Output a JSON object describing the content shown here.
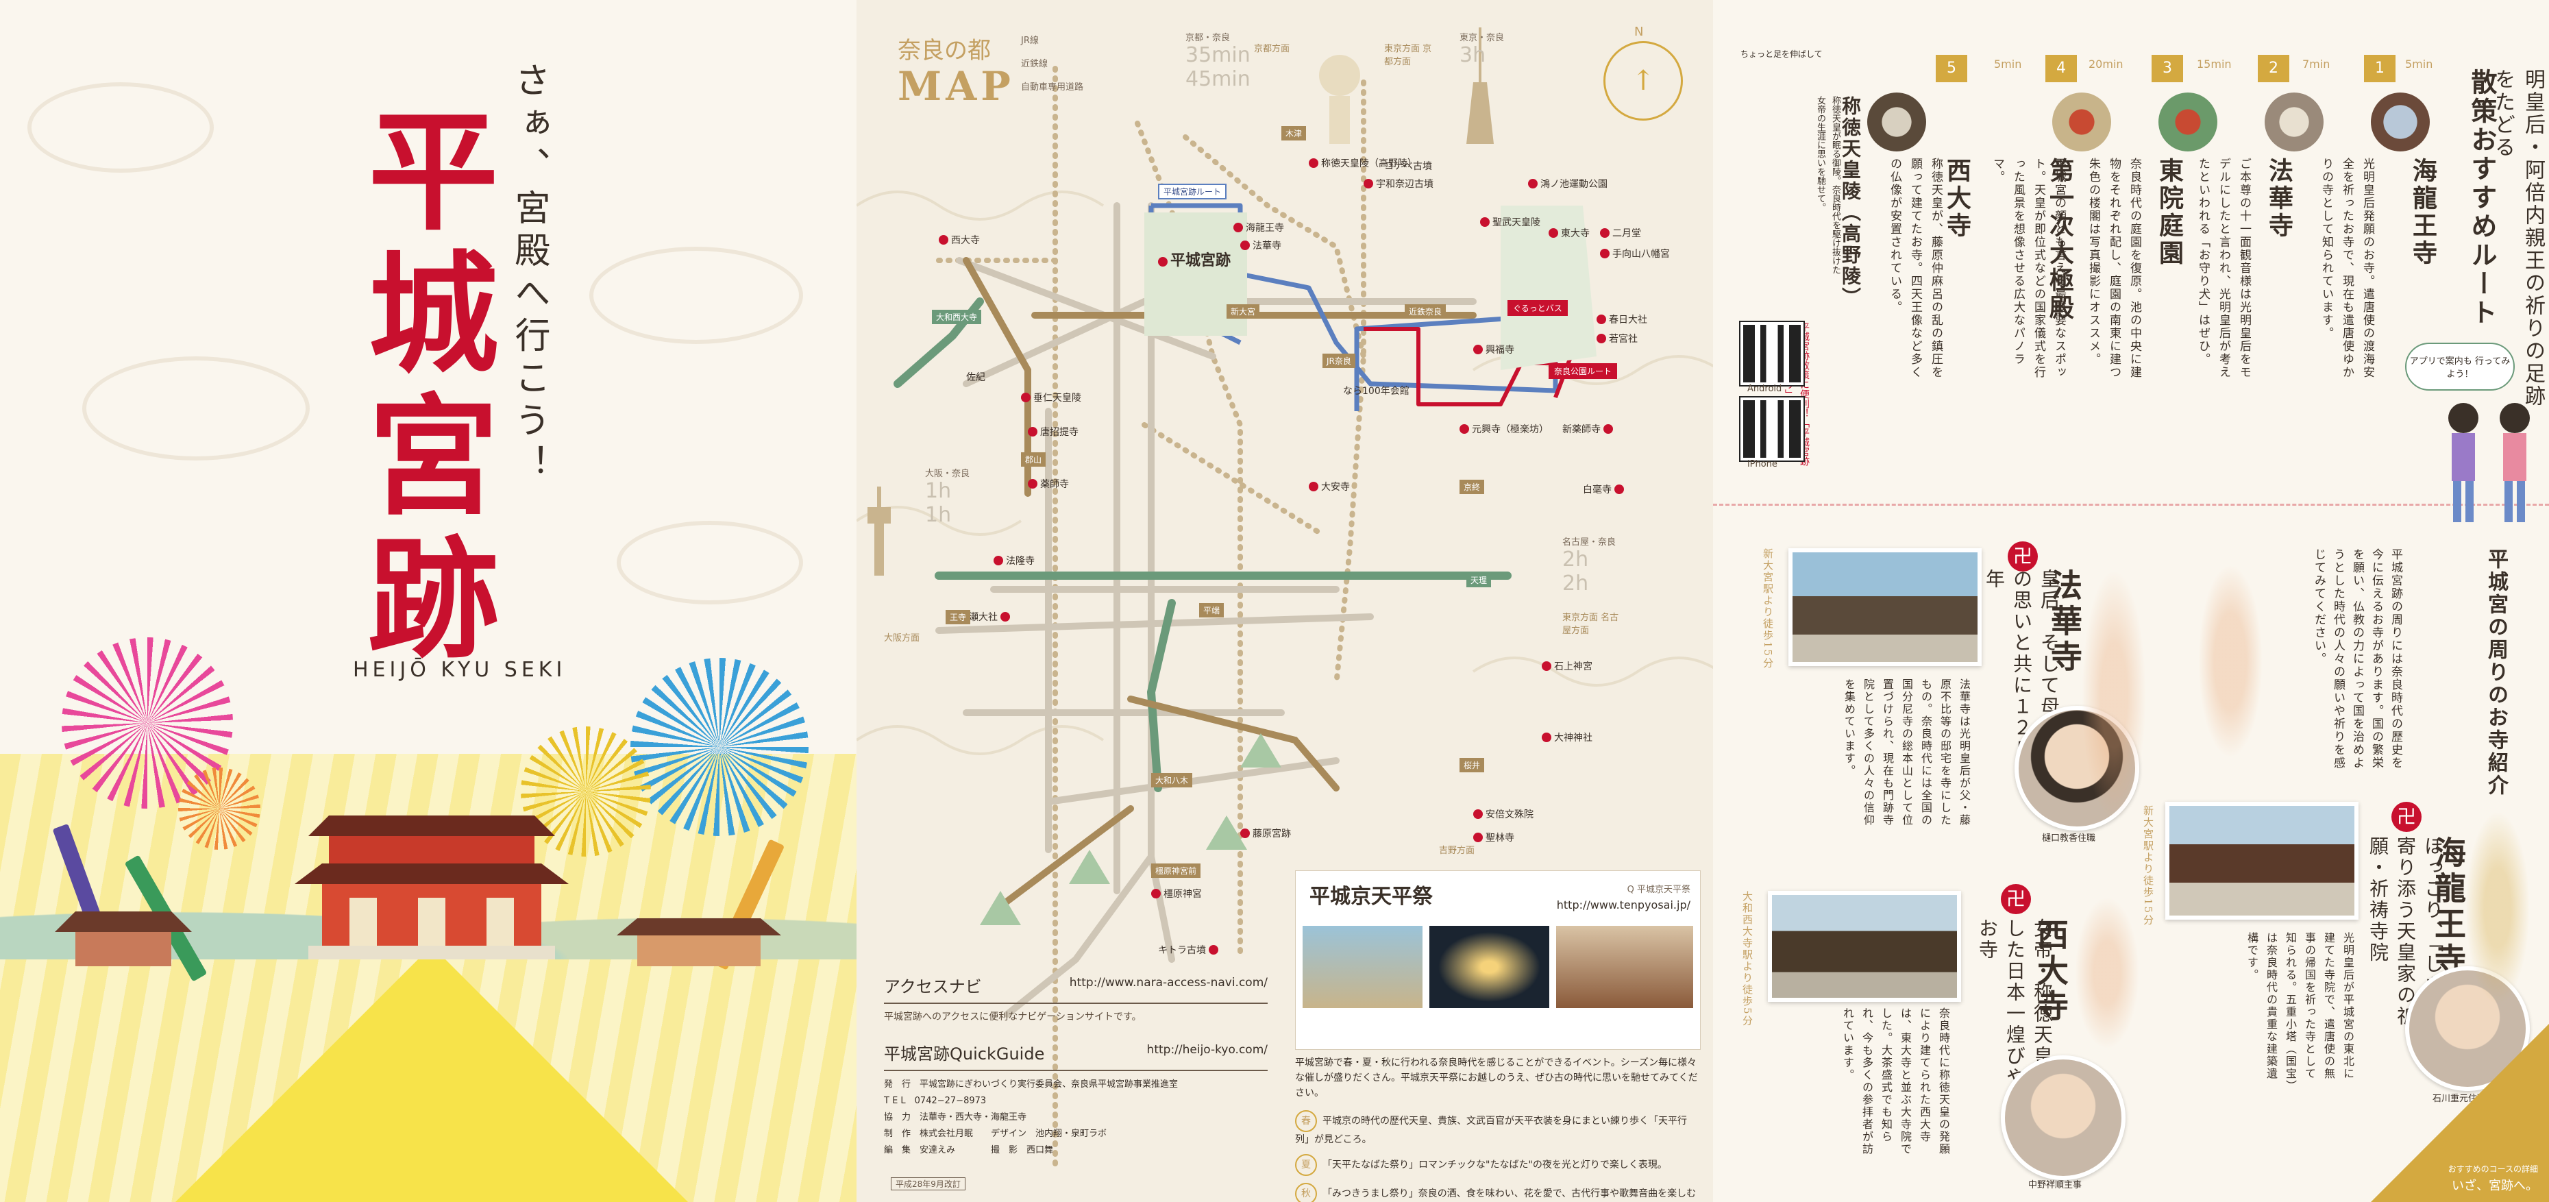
{
  "cover": {
    "tagline": "さぁ、宮殿へ行こう！",
    "title": "平城宮跡",
    "romaji": "HEIJŌ KYU SEKI"
  },
  "map": {
    "heading_small": "奈良の都",
    "heading_big": "MAP",
    "legend": {
      "jr": "JR線",
      "kintetsu": "近鉄線",
      "expressway": "自動車専用道路"
    },
    "time_kyoto": {
      "label": "京都・奈良",
      "a": "35min",
      "b": "45min"
    },
    "time_tokyo": {
      "label": "東京・奈良",
      "a": "3h"
    },
    "time_osaka": {
      "label": "大阪・奈良",
      "a": "1h",
      "b": "1h"
    },
    "time_nagoya": {
      "label": "名古屋・奈良",
      "a": "2h",
      "b": "2h"
    },
    "direction_labels": {
      "kyoto_top": "京都方面",
      "tokyo_kyoto": "東京方面 京都方面",
      "osaka": "大阪方面",
      "tokyo_nagoya": "東京方面 名古屋方面",
      "yoshino": "吉野方面"
    },
    "north": "N",
    "routes": {
      "heijo": "平城宮跡ルート",
      "gurutto": "ぐるっとバス",
      "nara_park": "奈良公園ルート"
    },
    "places": {
      "shotoku": "称徳天皇陵（高野陵）",
      "konabe": "コナベ古墳",
      "uwanabe": "宇和奈辺古墳",
      "saidaiji": "西大寺",
      "heijo": "平城宮跡",
      "kairyuoji": "海龍王寺",
      "hokkeji": "法華寺",
      "todaiji": "東大寺",
      "shosoin": "聖武天皇陵",
      "nigatsudo": "二月堂",
      "tamukeyama": "手向山八幡宮",
      "kasuga": "春日大社",
      "wakamiya": "若宮社",
      "kofukuji": "興福寺",
      "gangoji": "元興寺（極楽坊）",
      "shinyakushiji": "新薬師寺",
      "naramachi": "なら100年会館",
      "pond": "鴻ノ池運動公園",
      "saki": "佐紀",
      "suinin": "垂仁天皇陵",
      "toshodaiji": "唐招提寺",
      "yakushiji": "薬師寺",
      "daianji": "大安寺",
      "hokiji": "法隆寺",
      "koryo": "廣瀬大社",
      "byakugoji": "白毫寺",
      "isonokami": "石上神宮",
      "omiwa": "大神神社",
      "abe": "安倍文殊院",
      "shoriniji": "聖林寺",
      "fujiwara": "藤原宮跡",
      "kashihara": "橿原神宮",
      "kitora": "キトラ古墳"
    },
    "stations": {
      "kizugawa": "木津",
      "shin_omiya": "新大宮",
      "kintetsu_nara": "近鉄奈良",
      "jr_nara": "JR奈良",
      "yamato_saidaiji": "大和西大寺",
      "oji": "王寺",
      "hosei": "平端",
      "tenri": "天理",
      "sakurai": "桜井",
      "yagi": "大和八木",
      "kashiharajingu": "橿原神宮前",
      "koriyama": "郡山",
      "kyobate": "京終"
    },
    "festival": {
      "title": "平城京天平祭",
      "url_label": "Q 平城京天平祭",
      "url": "http://www.tenpyosai.jp/",
      "intro": "平城宮跡で春・夏・秋に行われる奈良時代を感じることができるイベント。シーズン毎に様々な催しが盛りだくさん。平城京天平祭にお越しのうえ、ぜひ古の時代に思いを馳せてみてください。",
      "spring": "春",
      "spring_text": "平城京の時代の歴代天皇、貴族、文武百官が天平衣装を身にまとい練り歩く「天平行列」が見どころ。",
      "summer": "夏",
      "summer_text": "「天平たなばた祭り」ロマンチックな\"たなばた\"の夜を光と灯りで楽しく表現。",
      "autumn": "秋",
      "autumn_text": "「みつきうまし祭り」奈良の酒、食を味わい、花を愛で、古代行事や歌舞音曲を楽しむ秋祭り。"
    },
    "access": {
      "title": "アクセスナビ",
      "url": "http://www.nara-access-navi.com/",
      "text": "平城宮跡へのアクセスに便利なナビゲーションサイトです。"
    },
    "quickguide": {
      "title": "平城宮跡QuickGuide",
      "url": "http://heijo-kyo.com/",
      "rows": [
        "発　行　平城宮跡にぎわいづくり実行委員会、奈良県平城宮跡事業推進室",
        "T E L　0742−27−8973",
        "協　力　法華寺・西大寺・海龍王寺",
        "制　作　株式会社月眠　　デザイン　池内翔・泉町ラボ",
        "編　集　安達えみ　　　　撮　影　西口舞"
      ]
    },
    "edition": "平成28年9月改訂"
  },
  "guide": {
    "course_title": "散策おすすめルート",
    "course_sub": "奈良時代のスーパーウーマン！光明皇后・阿倍内親王の祈りの足跡をたどる",
    "walk_times": [
      "5min",
      "20min",
      "15min",
      "7min",
      "5min"
    ],
    "badges": [
      "5",
      "4",
      "3",
      "2",
      "1"
    ],
    "stops": [
      {
        "name": "海龍王寺",
        "desc": "光明皇后発願のお寺。遣唐使の渡海安全を祈ったお寺で、現在も遣唐使ゆかりの寺として知られています。"
      },
      {
        "name": "法華寺",
        "desc": "ご本尊の十一面観音様は光明皇后をモデルにしたと言われ、光明皇后が考えたといわれる「お守り犬」はぜひ。"
      },
      {
        "name": "東院庭園",
        "desc": "奈良時代の庭園を復原。池の中央に建物をそれぞれ配し、庭園の南東に建つ朱色の楼閣は写真撮影にオススメ。"
      },
      {
        "name": "第一次大極殿",
        "desc": "平城宮の顔とも言える最重要なスポット。天皇が即位式などの国家儀式を行った風景を想像させる広大なパノラマ。"
      },
      {
        "name": "西大寺",
        "desc": "称徳天皇が、藤原仲麻呂の乱の鎮圧を願って建てたお寺。四天王像など多くの仏像が安置されている。"
      }
    ],
    "shotoku_title": "称徳天皇陵（高野陵）",
    "shotoku_desc": "称徳天皇が眠る御陵。奈良時代を駆け抜けた女帝の生涯に思いを馳せて。",
    "app_note": "平城宮跡散策に便利！「平城宮跡歴史公園アプリ」",
    "qr_android": "Android",
    "qr_iphone": "iPhone",
    "stretch_note": "ちょっと足を伸ばして",
    "app_bubble": "アプリで案内も 行ってみよう！",
    "temples_title": "平城宮の周りのお寺紹介",
    "temples_intro": "平城宮跡の周りには奈良時代の歴史を今に伝えるお寺があります。国の繁栄を願い、仏教の力によって国を治めようとした時代の人々の願いや祈りを感じてみてください。",
    "hokkeji": {
      "name": "法華寺",
      "lead": "皇后、そして母としての思いと共に１２５０年",
      "body": "法華寺は光明皇后が父・藤原不比等の邸宅を寺にしたもの。奈良時代には全国の国分尼寺の総本山として位置づけられ、現在も門跡寺院として多くの人々の信仰を集めています。",
      "walk": "新大宮駅より徒歩15分",
      "portrait": "樋口教香住職"
    },
    "kairyuoji": {
      "name": "海龍王寺",
      "lead": "ほっこり、「しあわせ」寄り添う天皇家の祈願・祈祷寺院",
      "body": "光明皇后が平城宮の東北に建てた寺院で、遣唐使の無事の帰国を祈った寺として知られる。五重小塔（国宝）は奈良時代の貴重な建築遺構です。",
      "walk": "新大宮駅より徒歩15分",
      "portrait": "石川重元住職"
    },
    "saidaiji": {
      "name": "西大寺",
      "lead": "女帝・称徳天皇が目指した日本一煌びやかなお寺",
      "body": "奈良時代に称徳天皇の発願により建てられた西大寺は、東大寺と並ぶ大寺院でした。大茶盛式でも知られ、今も多くの参拝者が訪れています。",
      "walk": "大和西大寺駅より徒歩5分",
      "portrait": "中野祥順主事"
    },
    "corner_small": "おすすめのコースの詳細",
    "corner_big": "いざ、宮跡へ。"
  },
  "colors": {
    "accent_red": "#c8102e",
    "gold": "#d4a940",
    "jr_line": "#c9b48e",
    "blue_route": "#5b7fbf",
    "green_line": "#6b9a7a"
  }
}
